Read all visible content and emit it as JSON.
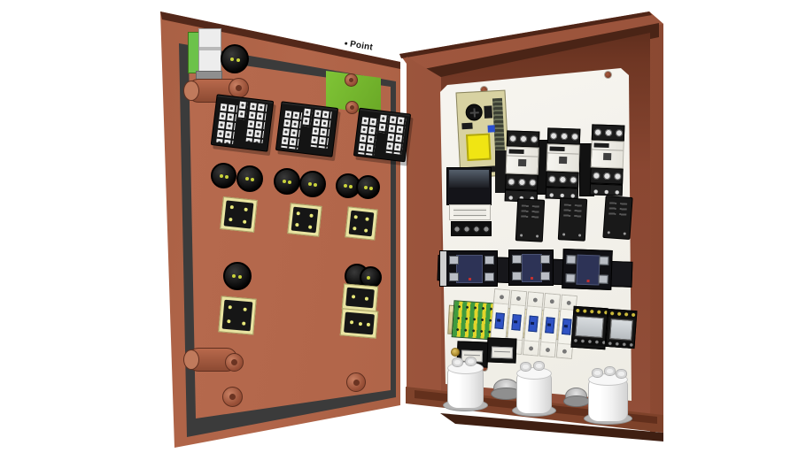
{
  "annotation": {
    "label": "Point"
  },
  "colors": {
    "bg": "#ffffff",
    "copper-face": "#b2664a",
    "copper-mid": "#a05a3e",
    "copper-dark": "#8a4732",
    "copper-shadow": "#53281a",
    "gasket": "#3b3b3b",
    "plate-white": "#f7f5f0",
    "bond-green": "#6aa826",
    "pcb-cream": "#d8d2a2",
    "pcb-yellow": "#f0e513",
    "mcb-blue": "#3053c4",
    "ssr-navy": "#2d3356",
    "earth-green": "#3f9b3f",
    "earth-yellow": "#e2d42b",
    "din-tan": "#d3c88f",
    "cap-white": "#ffffff",
    "brass": "#cdbb3a",
    "led-dot": "#c9d23c",
    "socket-yellow": "#e9e4a2"
  },
  "inventory": {
    "door_components": [
      {
        "name": "door-latch",
        "qty": 1
      },
      {
        "name": "panel-connector",
        "qty": 1
      },
      {
        "name": "hinge-pin",
        "qty": 2
      },
      {
        "name": "earth-bond-plate",
        "qty": 1
      },
      {
        "name": "terminal-block",
        "qty": 3
      },
      {
        "name": "pushbutton-back",
        "qty": 9
      },
      {
        "name": "lamp-socket-back",
        "qty": 6
      },
      {
        "name": "screw-boss",
        "qty": 4
      }
    ],
    "cabinet_components": [
      {
        "name": "power-supply-pcb",
        "qty": 1
      },
      {
        "name": "relay-with-clear-cover",
        "qty": 1
      },
      {
        "name": "contactor",
        "qty": 3
      },
      {
        "name": "overload-relay",
        "qty": 3
      },
      {
        "name": "solid-state-relay",
        "qty": 3
      },
      {
        "name": "earth-terminal-strip",
        "qty": 1
      },
      {
        "name": "mcb-circuit-breaker",
        "qty": 5
      },
      {
        "name": "timer-relay",
        "qty": 2
      },
      {
        "name": "fuse-holder",
        "qty": 2
      },
      {
        "name": "run-capacitor",
        "qty": 3
      },
      {
        "name": "cable-gland",
        "qty": 2
      },
      {
        "name": "din-rail",
        "qty": 2
      },
      {
        "name": "mounting-plate",
        "qty": 1
      }
    ]
  }
}
